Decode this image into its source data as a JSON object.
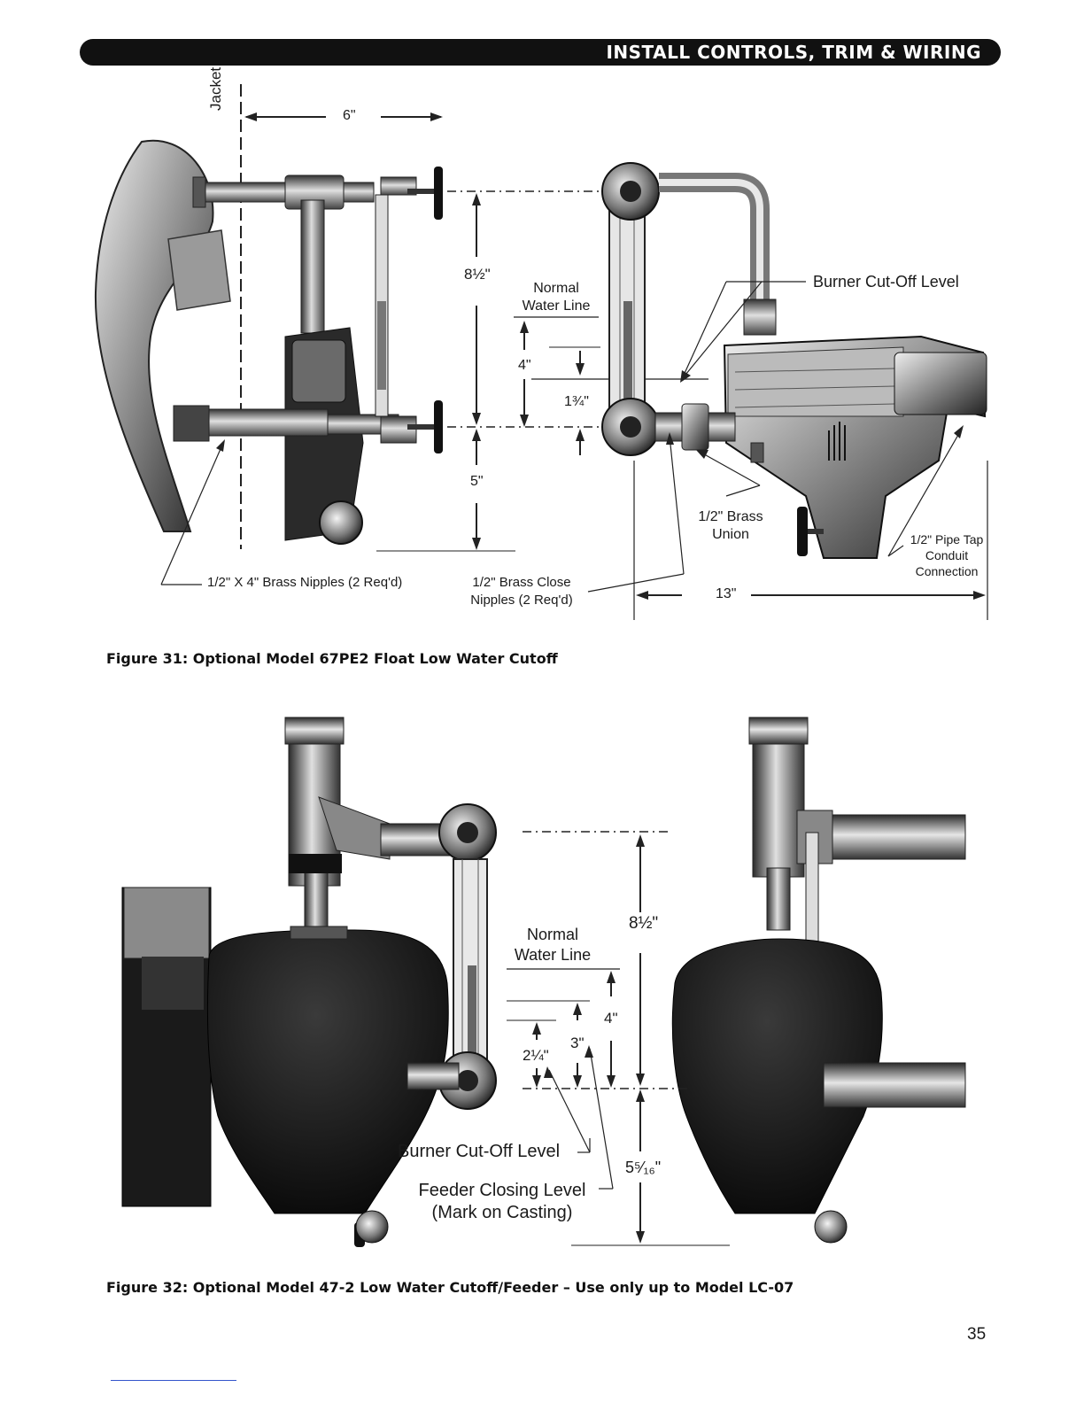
{
  "header": {
    "title": "INSTALL CONTROLS, TRIM & WIRING"
  },
  "figure31": {
    "caption": "Figure 31: Optional Model 67PE2 Float Low Water Cutoff",
    "labels": {
      "jacket": "Jacket",
      "dim_6": "6\"",
      "dim_8_5": "8½\"",
      "normal_water_line_1": "Normal",
      "normal_water_line_2": "Water Line",
      "dim_4": "4\"",
      "dim_1_75": "1¾\"",
      "dim_5": "5\"",
      "burner_cutoff": "Burner Cut-Off Level",
      "brass_union_1": "1/2\" Brass",
      "brass_union_2": "Union",
      "pipe_tap_1": "1/2\" Pipe Tap",
      "pipe_tap_2": "Conduit",
      "pipe_tap_3": "Connection",
      "nipples_4in": "1/2\" X 4\" Brass Nipples (2 Req'd)",
      "close_nipples_1": "1/2\" Brass Close",
      "close_nipples_2": "Nipples (2 Req'd)",
      "dim_13": "13\""
    }
  },
  "figure32": {
    "caption": "Figure 32: Optional Model 47-2 Low Water Cutoff/Feeder – Use only up to Model LC-07",
    "labels": {
      "normal_water_line_1": "Normal",
      "normal_water_line_2": "Water Line",
      "dim_8_5": "8½\"",
      "dim_4": "4\"",
      "dim_3": "3\"",
      "dim_2_25": "2¼\"",
      "burner_cutoff": "Burner Cut-Off Level",
      "dim_5_5_16": "5⁵⁄₁₆\"",
      "feeder_closing_1": "Feeder Closing Level",
      "feeder_closing_2": "(Mark on Casting)"
    }
  },
  "page_number": "35"
}
